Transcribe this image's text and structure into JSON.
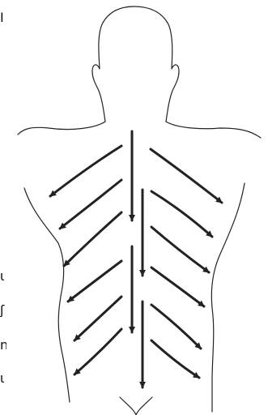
{
  "figure": {
    "stroke_color": "#222222",
    "background": "#ffffff",
    "edge_fragments": [
      "I",
      "ι",
      "ʃ",
      "n",
      "ι"
    ]
  }
}
